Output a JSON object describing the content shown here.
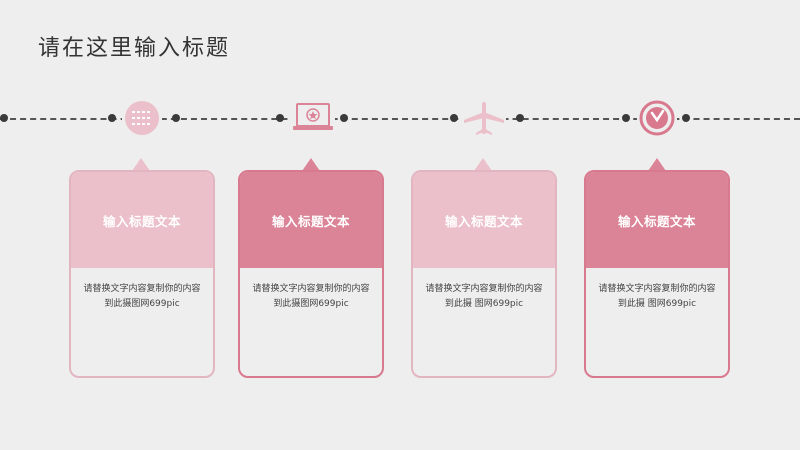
{
  "title": "请在这里输入标题",
  "cards": [
    {
      "heading": "输入标题文本",
      "line1": "请替换文字内容复制你的内容",
      "line2": "到此摄图网699pic",
      "icon": "calendar-icon",
      "color": "#ecc0ca",
      "edge": "#e2b6c1"
    },
    {
      "heading": "输入标题文本",
      "line1": "请替换文字内容复制你的内容",
      "line2": "到此摄图网699pic",
      "icon": "laptop-icon",
      "color": "#dc8497",
      "edge": "#d8798e"
    },
    {
      "heading": "输入标题文本",
      "line1": "请替换文字内容复制你的内容",
      "line2": "到此摄 图网699pic",
      "icon": "airplane-icon",
      "color": "#ecc0ca",
      "edge": "#e2b6c1"
    },
    {
      "heading": "输入标题文本",
      "line1": "请替换文字内容复制你的内容",
      "line2": "到此摄 图网699pic",
      "icon": "clock-icon",
      "color": "#dc8497",
      "edge": "#d8798e"
    }
  ]
}
